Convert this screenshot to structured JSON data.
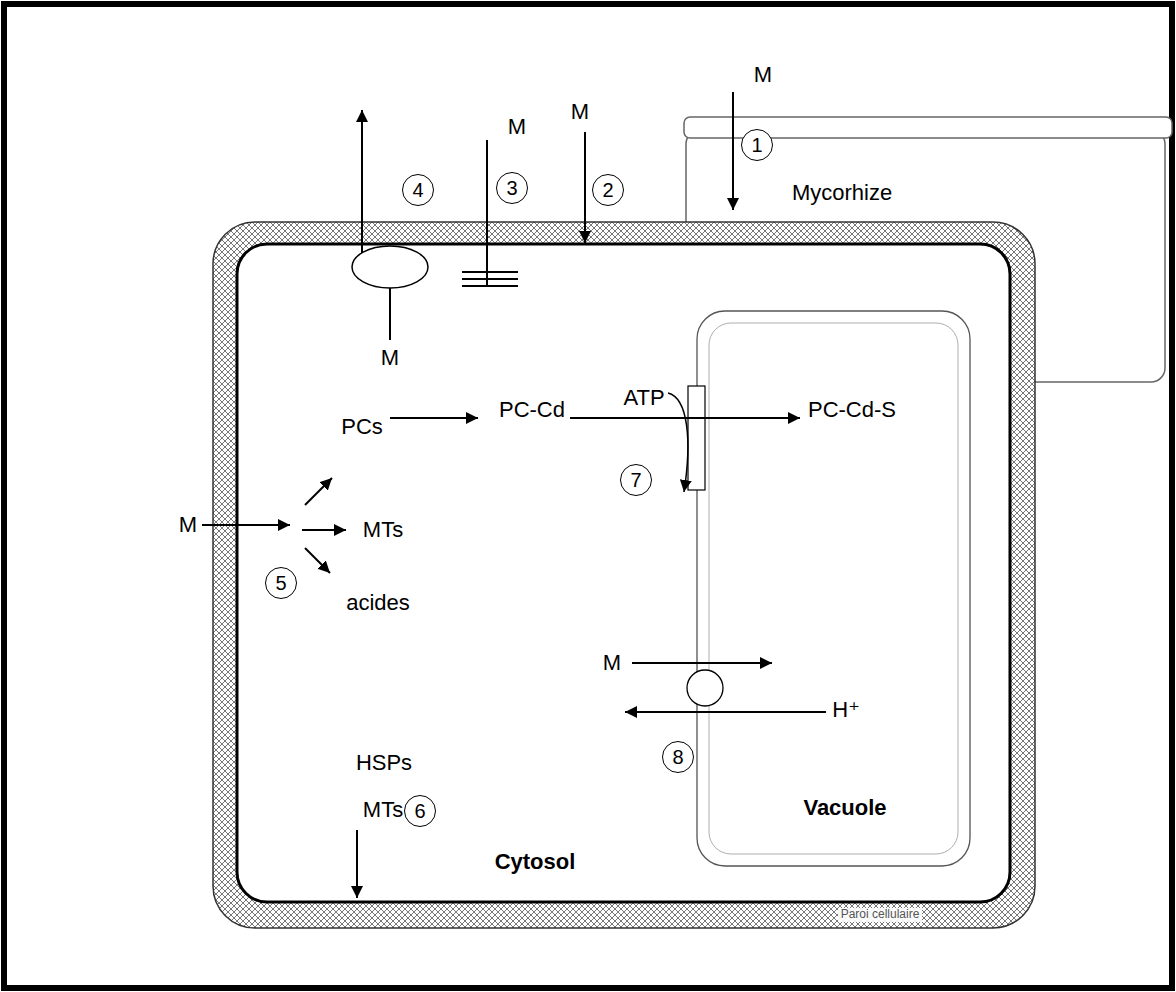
{
  "diagram": {
    "nodes": [
      {
        "text": [
          "Mycorhize"
        ]
      },
      {
        "text": [
          "Paroi cellulaire"
        ]
      },
      {
        "text": [
          "Cytosol"
        ],
        "in": 1
      },
      {
        "text": [
          "Vacuole"
        ],
        "in": 2
      }
    ],
    "labels": [
      "M",
      "1",
      "M",
      "3",
      "M",
      "2",
      "4",
      "M",
      "PCs",
      "PC-Cd",
      "ATP",
      "PC-Cd-S",
      "M",
      "MTs",
      "7",
      "5",
      "acides",
      "M",
      "H⁺",
      "8",
      "HSPs",
      "MTs",
      "6"
    ]
  }
}
